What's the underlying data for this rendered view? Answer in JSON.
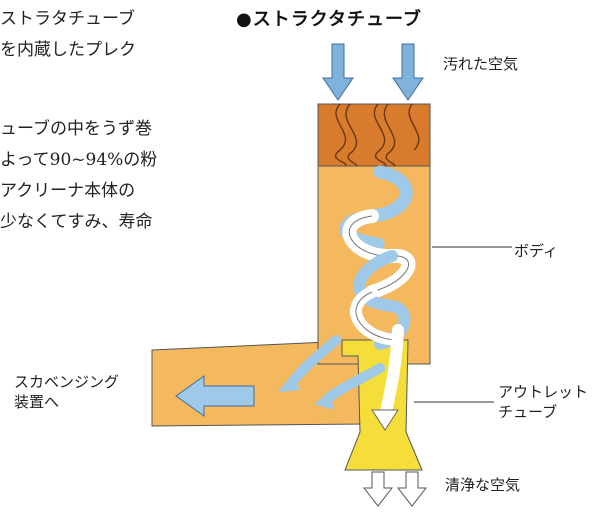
{
  "body_text": {
    "block_a": [
      "ストラタチューブ",
      "を内蔵したプレク"
    ],
    "block_b": [
      "ューブの中をうず巻",
      "よって90~94%の粉",
      "アクリーナ本体の",
      "少なくてすみ、寿命"
    ]
  },
  "diagram": {
    "heading": "●ストラクタチューブ",
    "labels": {
      "dirty_air": "汚れた空気",
      "body": "ボディ",
      "scavenging": [
        "スカベンジング",
        "装置へ"
      ],
      "outlet_tube": [
        "アウトレット",
        "チューブ"
      ],
      "clean_air": "清浄な空気"
    },
    "colors": {
      "body_fill": "#f4b95e",
      "inlet_fill": "#d97b2c",
      "outlet_fill": "#f5dd3a",
      "dirty_flow": "#9ec9e8",
      "clean_flow": "#ffffff",
      "outline": "#555555"
    }
  }
}
